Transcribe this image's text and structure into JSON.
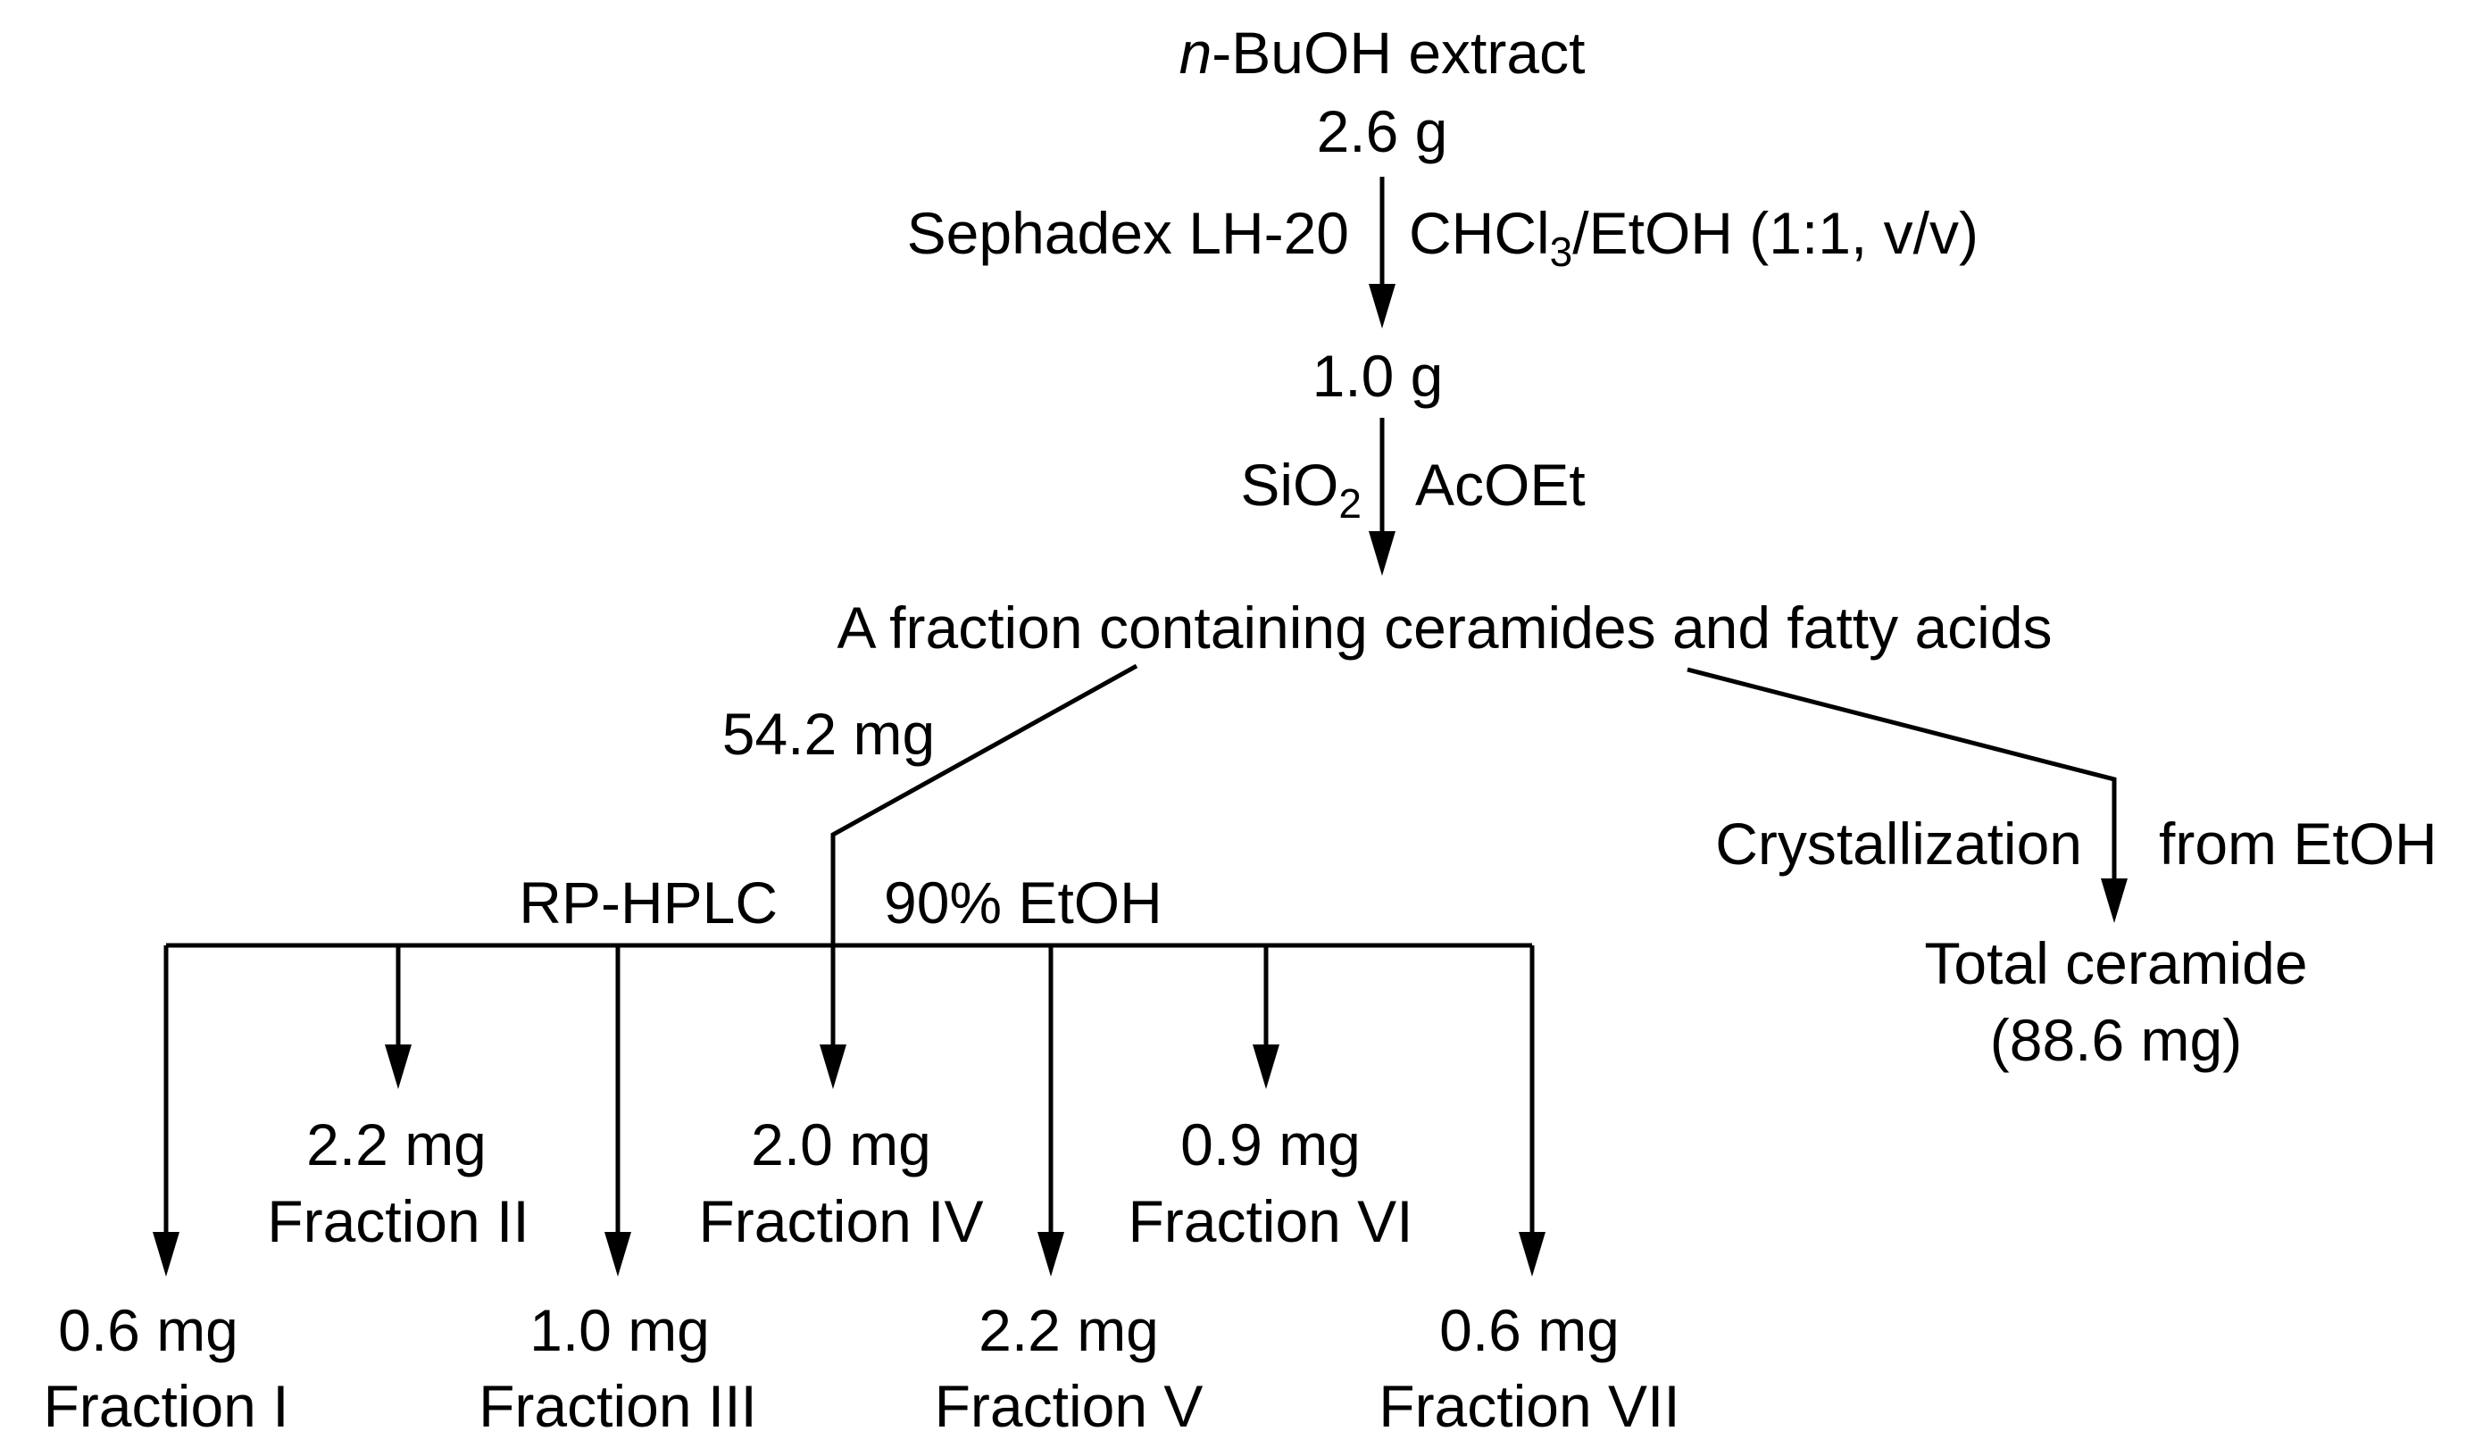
{
  "start": {
    "prefix": "n",
    "name": "-BuOH extract",
    "amount": "2.6 g"
  },
  "step1": {
    "method": "Sephadex LH-20",
    "solvent_a": "CHCl",
    "solvent_sub": "3",
    "solvent_b": "/EtOH (1:1, v/v)"
  },
  "intermediate1": {
    "amount": "1.0 g"
  },
  "step2": {
    "method_a": "SiO",
    "method_sub": "2",
    "solvent": "AcOEt"
  },
  "intermediate2": {
    "label": "A fraction containing ceramides and fatty acids",
    "left_amount": "54.2 mg"
  },
  "hplc": {
    "method": "RP-HPLC",
    "solvent": "90% EtOH"
  },
  "crystallization": {
    "method": "Crystallization",
    "solvent": "from EtOH",
    "product": "Total ceramide",
    "product_amount": "(88.6 mg)"
  },
  "fractions": [
    {
      "amount": "0.6 mg",
      "name": "Fraction I"
    },
    {
      "amount": "2.2 mg",
      "name": "Fraction II"
    },
    {
      "amount": "1.0 mg",
      "name": "Fraction III"
    },
    {
      "amount": "2.0 mg",
      "name": "Fraction IV"
    },
    {
      "amount": "2.2 mg",
      "name": "Fraction V"
    },
    {
      "amount": "0.9 mg",
      "name": "Fraction VI"
    },
    {
      "amount": "0.6 mg",
      "name": "Fraction VII"
    }
  ]
}
